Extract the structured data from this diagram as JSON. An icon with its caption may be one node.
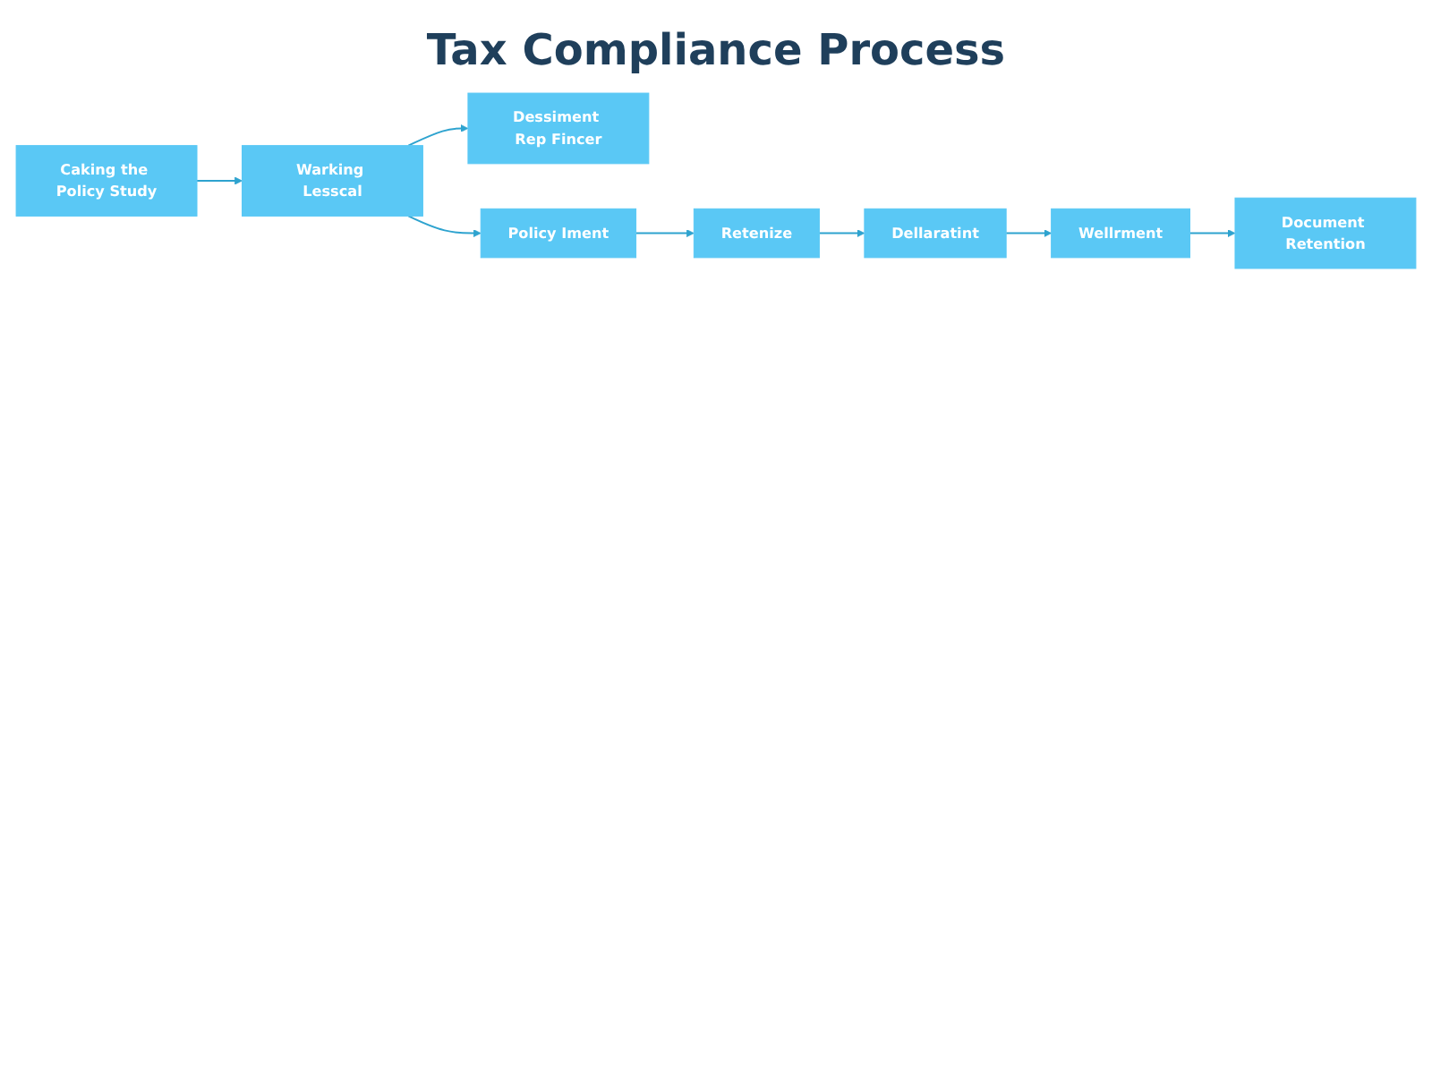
{
  "diagram": {
    "title": "Tax Compliance Process",
    "nodes": [
      {
        "text": [
          "Caking the Policy Study"
        ]
      },
      {
        "text": [
          "Warking Lesscal"
        ]
      },
      {
        "text": [
          "Dessiment Rep Fincer"
        ]
      },
      {
        "text": [
          "Policy Iment"
        ]
      },
      {
        "text": [
          "Retenize"
        ]
      },
      {
        "text": [
          "Dellaratint"
        ]
      },
      {
        "text": [
          "Wellrment"
        ]
      },
      {
        "text": [
          "Document Retention"
        ]
      }
    ],
    "edges": [
      {
        "from": 0,
        "to": 1,
        "arrow": "to"
      },
      {
        "from": 1,
        "to": 2,
        "arrow": "to"
      },
      {
        "from": 1,
        "to": 3,
        "arrow": "to"
      },
      {
        "from": 3,
        "to": 4,
        "arrow": "to"
      },
      {
        "from": 4,
        "to": 5,
        "arrow": "to"
      },
      {
        "from": 5,
        "to": 6,
        "arrow": "to"
      },
      {
        "from": 6,
        "to": 7,
        "arrow": "to"
      }
    ]
  }
}
